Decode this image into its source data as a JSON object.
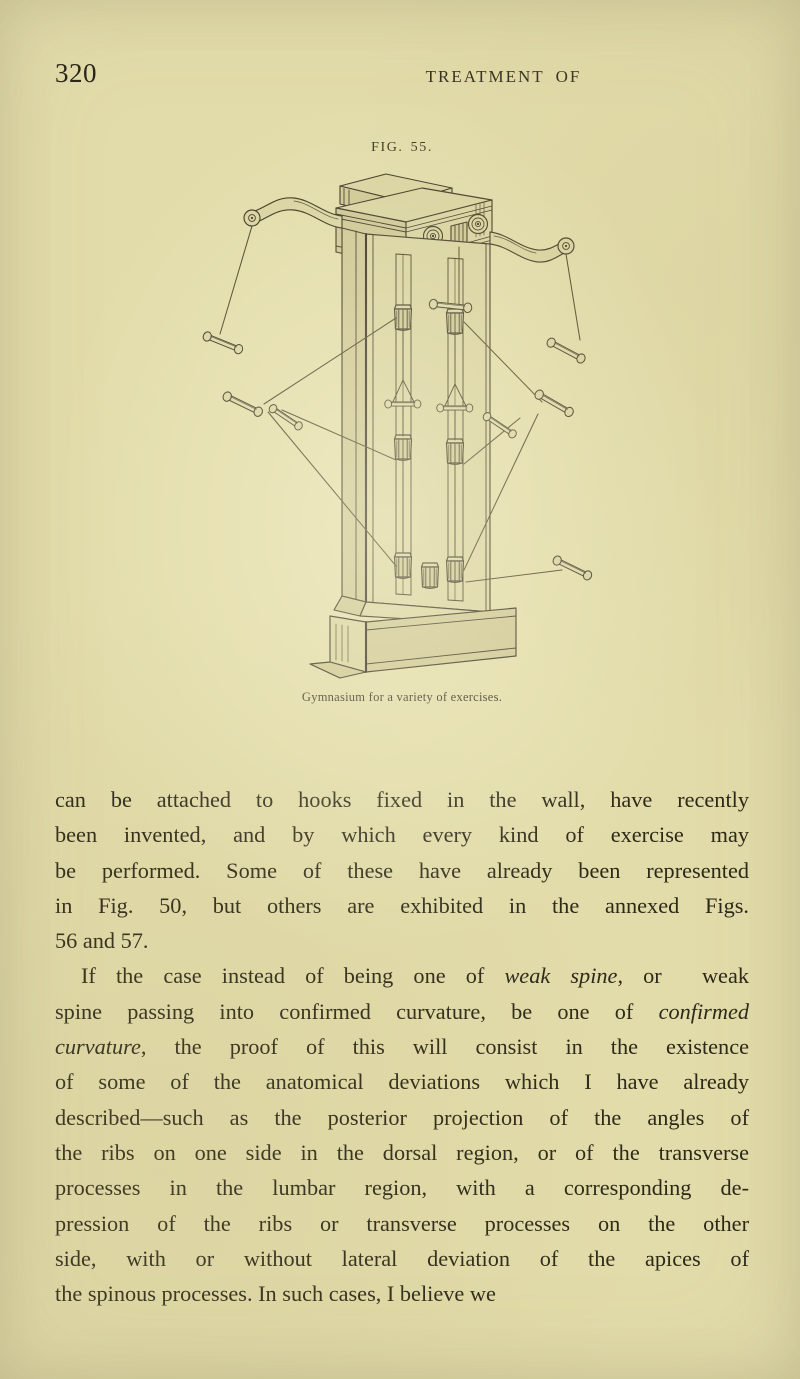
{
  "page": {
    "folio": "320",
    "running_head": "TREATMENT OF",
    "paper_color": "#e2dcaa",
    "ink_color": "#2d2918"
  },
  "figure": {
    "number_label": "FIG. 55.",
    "caption": "Gymnasium for a variety of exercises.",
    "description": "Perspective line engraving of a wall-mounted gymnasium column with cornice top, two curved pulley brackets, vertical slotted tracks carrying pulley blocks, ropes running to dumb-bell handles, and a stepped plinth base."
  },
  "body": {
    "paragraphs": [
      {
        "indent": false,
        "lines": [
          "can be attached to hooks fixed in the wall, have recently",
          "been invented, and by which every kind of exercise may",
          "be performed. Some of these have already been represented",
          "in Fig. 50, but others are exhibited in the annexed Figs.",
          "56 and 57."
        ]
      },
      {
        "indent": true,
        "lines": [
          "If the case instead of being one of weak spine, or weak",
          "spine passing into confirmed curvature, be one of confirmed",
          "curvature, the proof of this will consist in the existence",
          "of some of the anatomical deviations which I have already",
          "described—such as the posterior projection of the angles of",
          "the ribs on one side in the dorsal region, or of the transverse",
          "processes in the lumbar region, with a corresponding de-",
          "pression of the ribs or transverse processes on the other",
          "side, with or without lateral deviation of the apices of",
          "the spinous processes. In such cases, I believe we"
        ]
      }
    ],
    "italic_phrases": [
      "weak spine",
      "confirmed curvature"
    ]
  }
}
